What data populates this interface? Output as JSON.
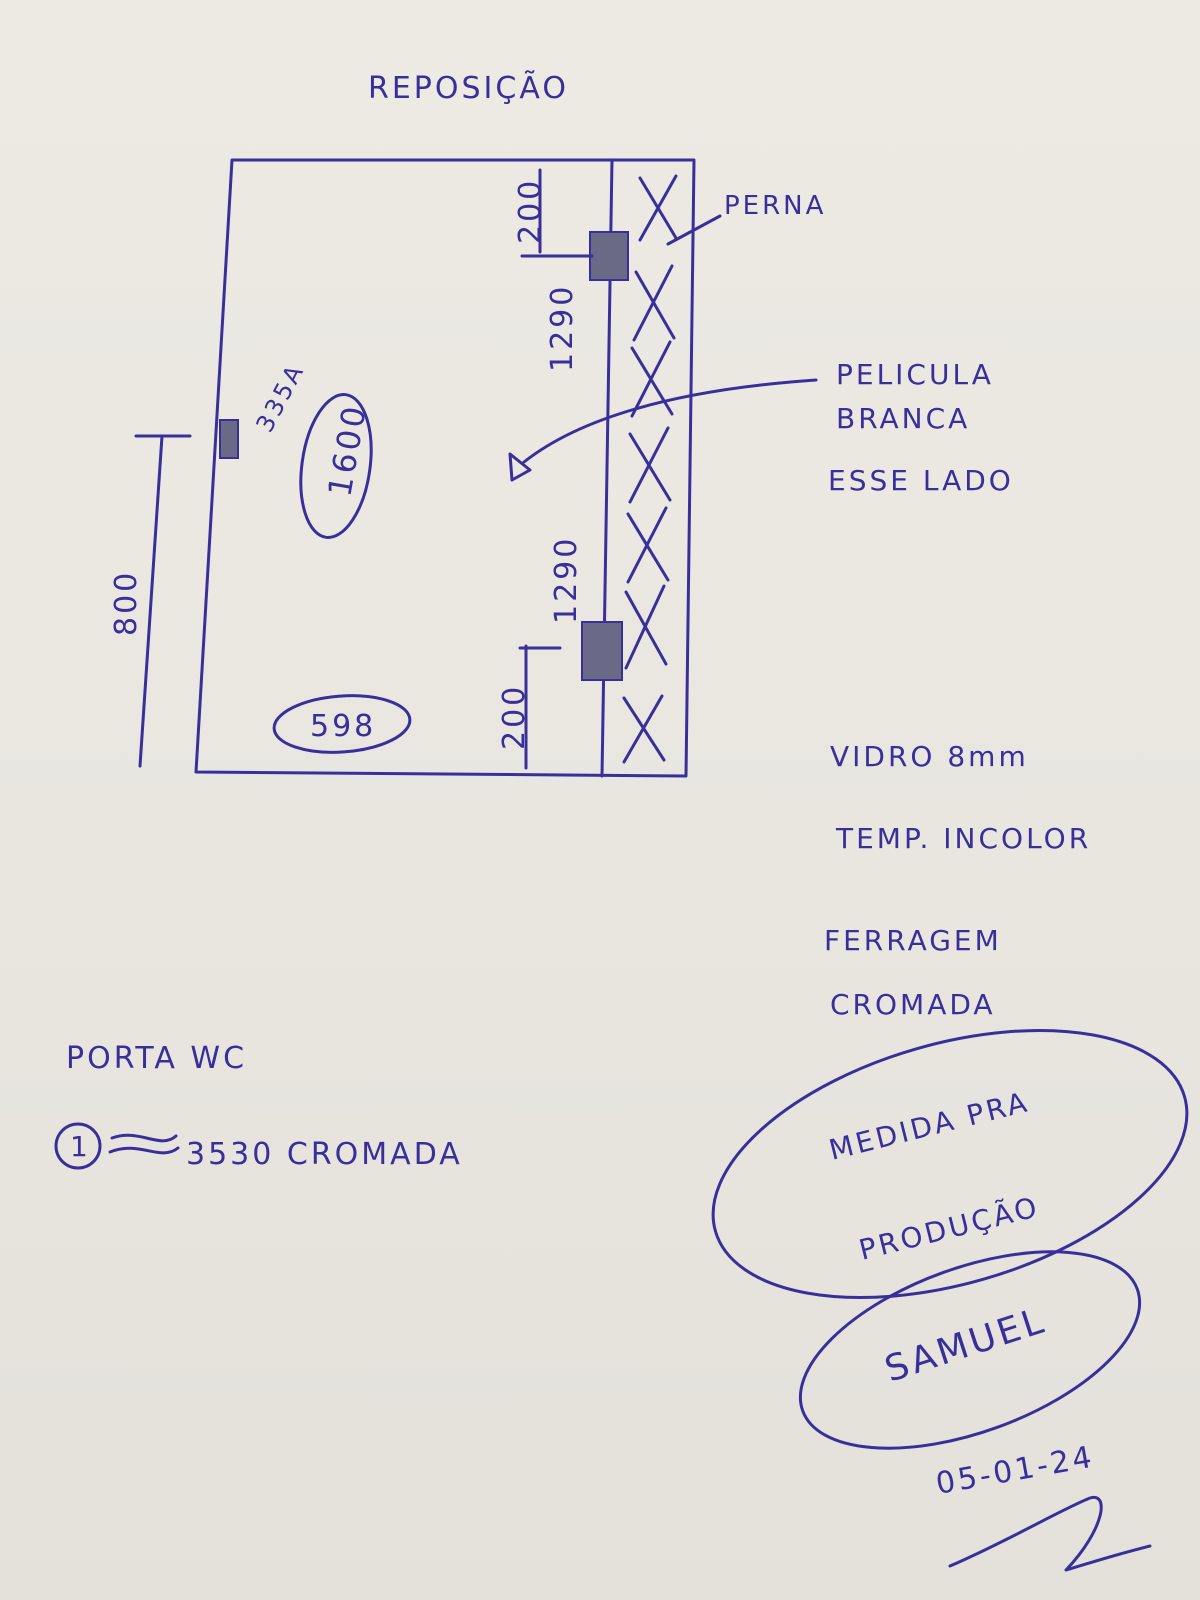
{
  "title": "REPOSIÇÃO",
  "dimensions": {
    "height_total": "1600",
    "width_total": "598",
    "side_left": "800",
    "side_right_top": "1290",
    "side_right_bottom": "1290",
    "hinge_offset_top": "200",
    "hinge_offset_bottom": "200",
    "handle_label": "335A"
  },
  "labels": {
    "perna": "PERNA",
    "pelicula_line1": "PELICULA",
    "pelicula_line2": "BRANCA",
    "pelicula_line3": "ESSE LADO"
  },
  "specs": {
    "vidro": "VIDRO 8mm",
    "temp": "TEMP. INCOLOR",
    "ferragem_line1": "FERRAGEM",
    "ferragem_line2": "CROMADA",
    "medida_line1": "MEDIDA PRA",
    "medida_line2": "PRODUÇÃO"
  },
  "porta": {
    "label": "PORTA WC",
    "qty": "1",
    "item": "3530 CROMADA"
  },
  "signature": {
    "name": "SAMUEL",
    "date": "05-01-24"
  },
  "colors": {
    "ink": "#3a2f9a",
    "paper": "#eceae3"
  }
}
